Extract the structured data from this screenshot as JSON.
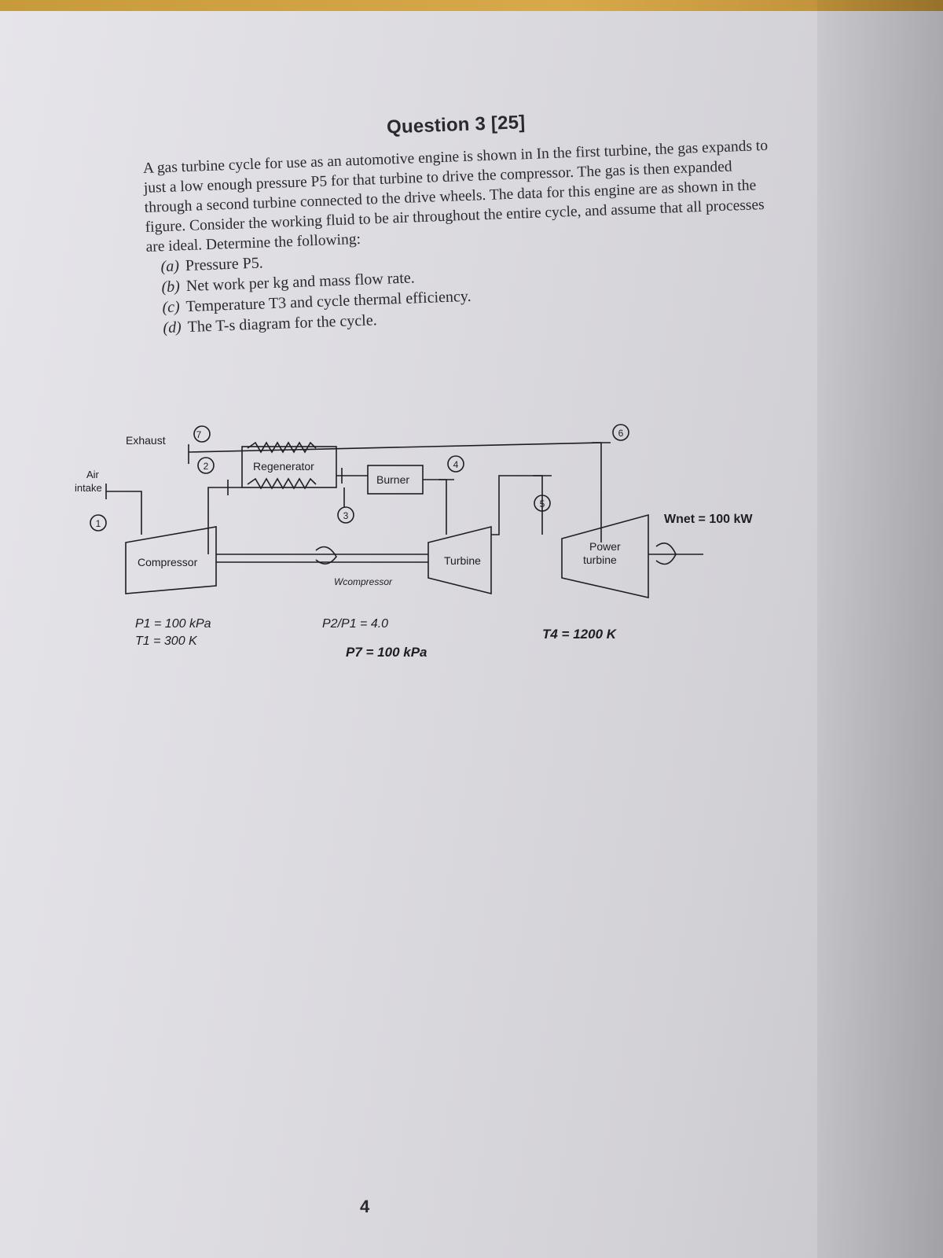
{
  "question": {
    "title": "Question 3 [25]",
    "body": "A gas turbine cycle for use as an automotive engine is shown in In the first turbine, the gas expands to just a low enough pressure P5 for that turbine to drive the compressor. The gas is then expanded through a second turbine connected to the drive wheels. The data for this engine are as shown in the figure. Consider the working fluid to be air throughout the entire cycle, and assume that all processes are ideal. Determine the following:",
    "items": [
      {
        "label": "(a)",
        "text": "Pressure P5."
      },
      {
        "label": "(b)",
        "text": "Net work per kg and mass flow rate."
      },
      {
        "label": "(c)",
        "text": "Temperature T3 and cycle thermal efficiency."
      },
      {
        "label": "(d)",
        "text": "The T-s diagram for the cycle."
      }
    ]
  },
  "diagram": {
    "labels": {
      "exhaust": "Exhaust",
      "air_intake_1": "Air",
      "air_intake_2": "intake",
      "regenerator": "Regenerator",
      "burner": "Burner",
      "compressor": "Compressor",
      "turbine": "Turbine",
      "power_turbine_1": "Power",
      "power_turbine_2": "turbine",
      "w_compressor": "Wcompressor",
      "w_net": "Wnet = 100 kW"
    },
    "states": [
      "1",
      "2",
      "3",
      "4",
      "5",
      "6",
      "7"
    ],
    "given": {
      "p1": "P1 = 100 kPa",
      "t1": "T1 = 300 K",
      "pressure_ratio": "P2/P1 = 4.0",
      "p7": "P7 = 100 kPa",
      "t4": "T4 = 1200 K"
    }
  },
  "page_number": "4"
}
